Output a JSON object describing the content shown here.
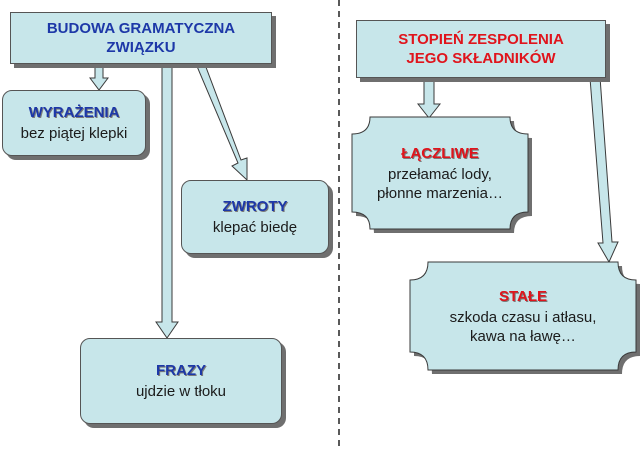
{
  "left": {
    "header": {
      "line1": "BUDOWA GRAMATYCZNA",
      "line2": "ZWIĄZKU"
    },
    "items": [
      {
        "title": "WYRAŻENIA",
        "example": "bez piątej klepki"
      },
      {
        "title": "ZWROTY",
        "example": "klepać biedę"
      },
      {
        "title": "FRAZY",
        "example": "ujdzie w tłoku"
      }
    ]
  },
  "right": {
    "header": {
      "line1": "STOPIEŃ ZESPOLENIA",
      "line2": "JEGO SKŁADNIKÓW"
    },
    "items": [
      {
        "title": "ŁĄCZLIWE",
        "example1": "przełamać lody,",
        "example2": "płonne marzenia…"
      },
      {
        "title": "STAŁE",
        "example1": "szkoda czasu i atłasu,",
        "example2": "kawa na ławę…"
      }
    ]
  },
  "colors": {
    "box_fill": "#c7e6ea",
    "header_blue": "#1d38a8",
    "header_red": "#e0141c"
  }
}
